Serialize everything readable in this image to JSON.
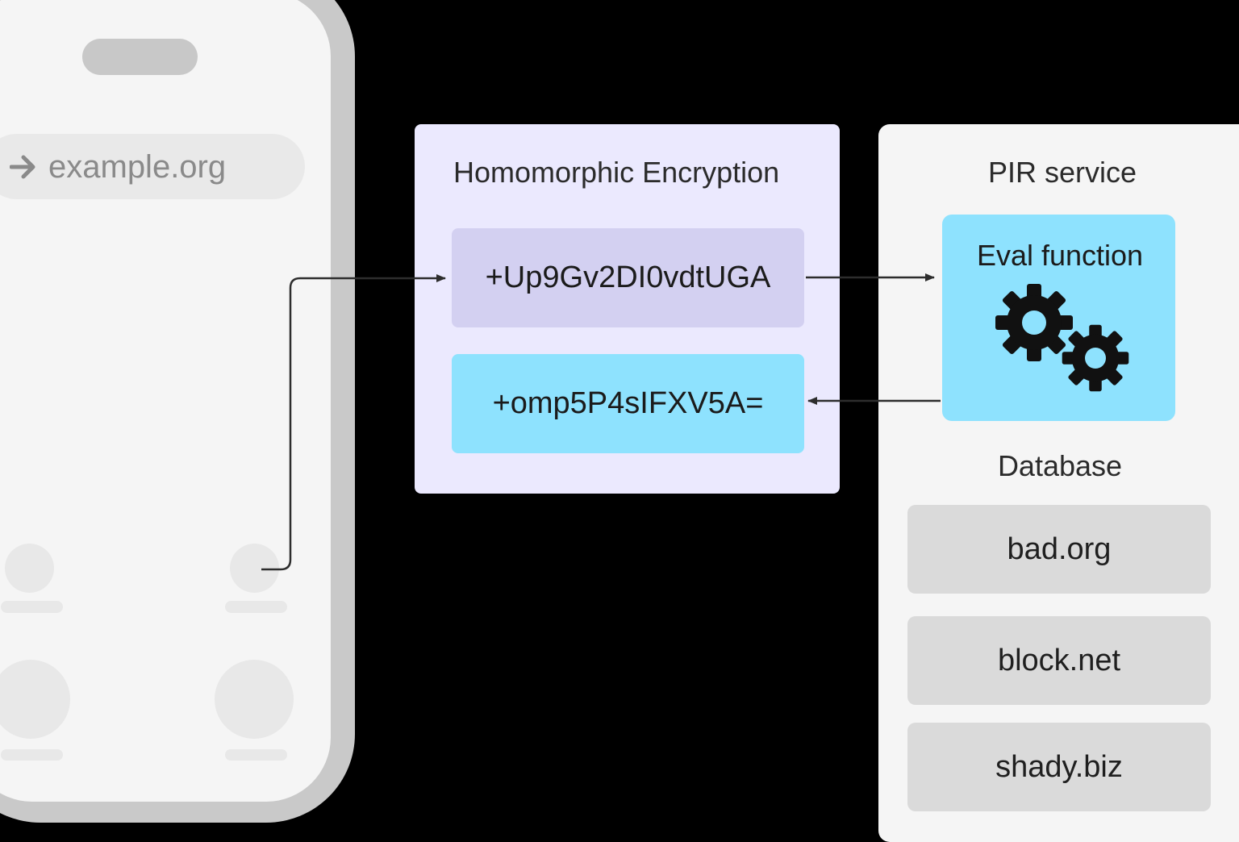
{
  "phone": {
    "url_text": "example.org",
    "icons": {
      "url_arrow": "arrow-right-icon"
    }
  },
  "encryption": {
    "title": "Homomorphic Encryption",
    "query_ciphertext": "+Up9Gv2DI0vdtUGA",
    "result_ciphertext": "+omp5P4sIFXV5A="
  },
  "pir": {
    "title": "PIR service",
    "eval_title": "Eval function",
    "eval_icon": "gears-icon",
    "database_title": "Database",
    "database_items": [
      "bad.org",
      "block.net",
      "shady.biz"
    ]
  },
  "colors": {
    "background": "#000000",
    "phone_frame": "#c9c9c9",
    "phone_screen": "#f5f5f5",
    "encryption_box": "#ebe9fe",
    "query_cipher": "#d3d0f1",
    "result_cipher": "#8ee2fe",
    "eval_box": "#8ee2fe",
    "pir_box": "#f5f5f5",
    "database_item": "#dadada",
    "connector": "#2d2d2d"
  }
}
